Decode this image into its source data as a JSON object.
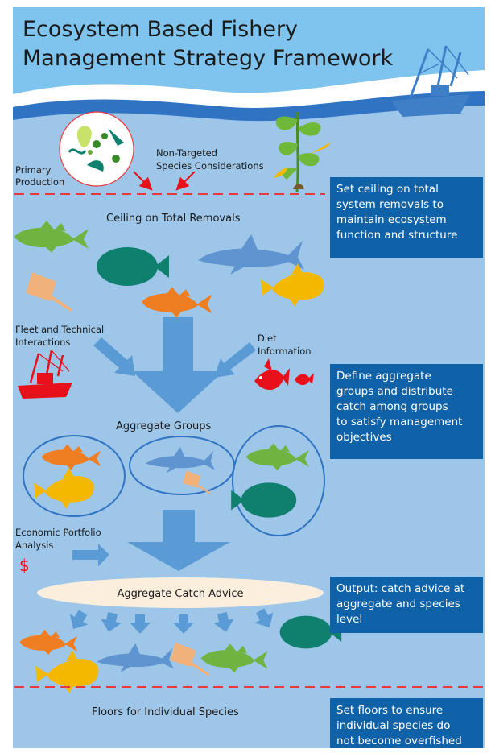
{
  "title": {
    "line1": "Ecosystem Based Fishery",
    "line2": "Management Strategy Framework"
  },
  "labels": {
    "primary_production": [
      "Primary",
      "Production"
    ],
    "non_targeted": [
      "Non-Targeted",
      "Species Considerations"
    ],
    "ceiling": "Ceiling on Total Removals",
    "fleet": [
      "Fleet and Technical",
      "Interactions"
    ],
    "diet": [
      "Diet",
      "Information"
    ],
    "aggregate_groups": "Aggregate Groups",
    "economic": [
      "Economic Portfolio",
      "Analysis"
    ],
    "dollar": "$",
    "catch_advice": "Aggregate Catch Advice",
    "floors": "Floors for Individual Species"
  },
  "side_boxes": [
    [
      "Set ceiling on total",
      "system removals to",
      "maintain ecosystem",
      "function and structure"
    ],
    [
      "Define aggregate",
      "groups and distribute",
      "catch among groups",
      "to satisfy management",
      "objectives"
    ],
    [
      "Output: catch advice at",
      "aggregate and species",
      "level"
    ],
    [
      "Set floors to ensure",
      "individual species do",
      "not become overfished"
    ]
  ],
  "colors": {
    "sky": "#7fc4ef",
    "water": "#9ec6e9",
    "panel": "#0f61a8",
    "arrow": "#5b9bd5",
    "dashed_line": "#e8383d",
    "red_icon": "#e8101a",
    "fish_green": "#70b340",
    "fish_teal": "#0f7f6e",
    "fish_orange": "#ef7d22",
    "fish_yellow": "#f5b800",
    "shark_blue": "#5e94cf",
    "ray_peach": "#f0b27a",
    "ellipse_fill": "#fbeedd"
  },
  "icons": [
    "fishing-boat-icon",
    "kelp-icon",
    "plankton-icon",
    "cod-icon",
    "flounder-icon",
    "shark-icon",
    "skate-icon",
    "redfish-icon",
    "goosefish-icon",
    "red-boat-icon",
    "red-fish-icon",
    "dollar-icon"
  ]
}
